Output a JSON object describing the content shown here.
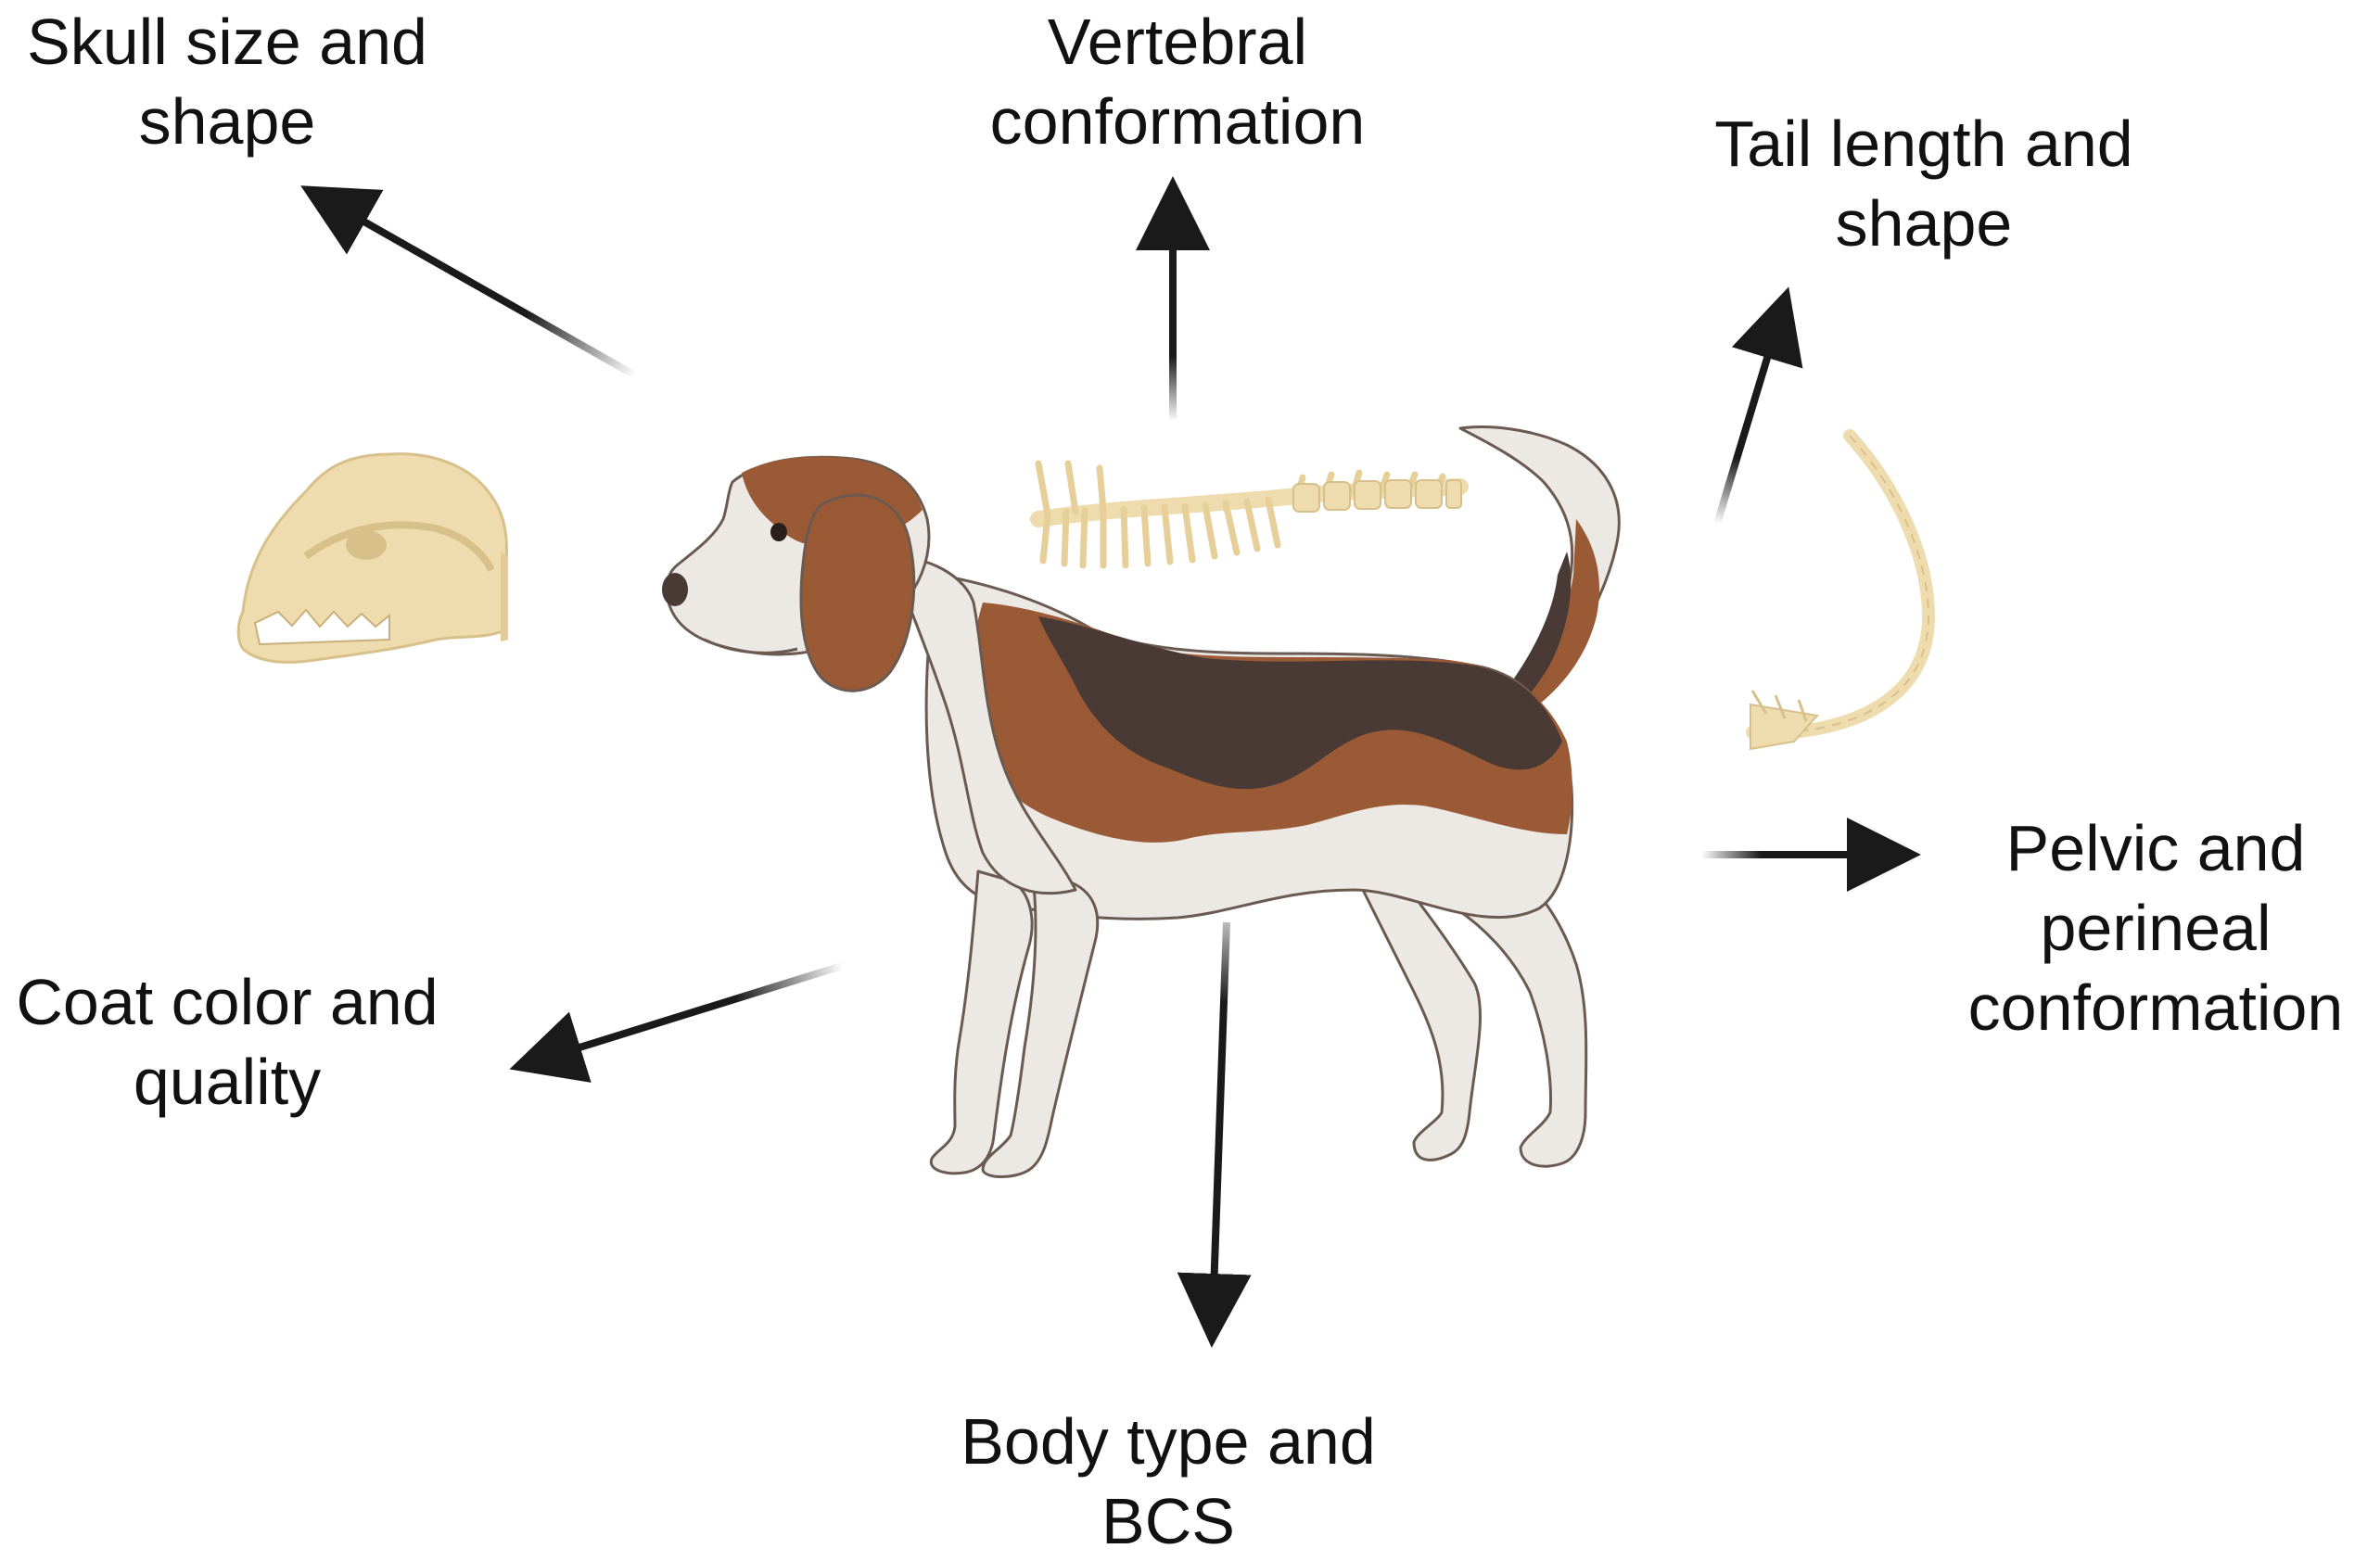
{
  "labels": {
    "skull": [
      "Skull size and",
      "shape"
    ],
    "vertebral": [
      "Vertebral",
      "conformation"
    ],
    "tail": [
      "Tail length and",
      "shape"
    ],
    "pelvic": [
      "Pelvic and",
      "perineal",
      "conformation"
    ],
    "coat": [
      "Coat color and",
      "quality"
    ],
    "body": [
      "Body type and",
      "BCS"
    ]
  },
  "colors": {
    "arrow": "#1a1a1a",
    "bone": "#efdcae",
    "bone_shadow": "#d8c08a",
    "dog_tan": "#9a5a35",
    "dog_dark": "#4a3a36",
    "dog_white": "#ece8e4",
    "outline": "#6b5a52"
  },
  "icons": [
    "dog-illustration",
    "skull-icon",
    "vertebrae-icon",
    "tail-bones-icon"
  ]
}
